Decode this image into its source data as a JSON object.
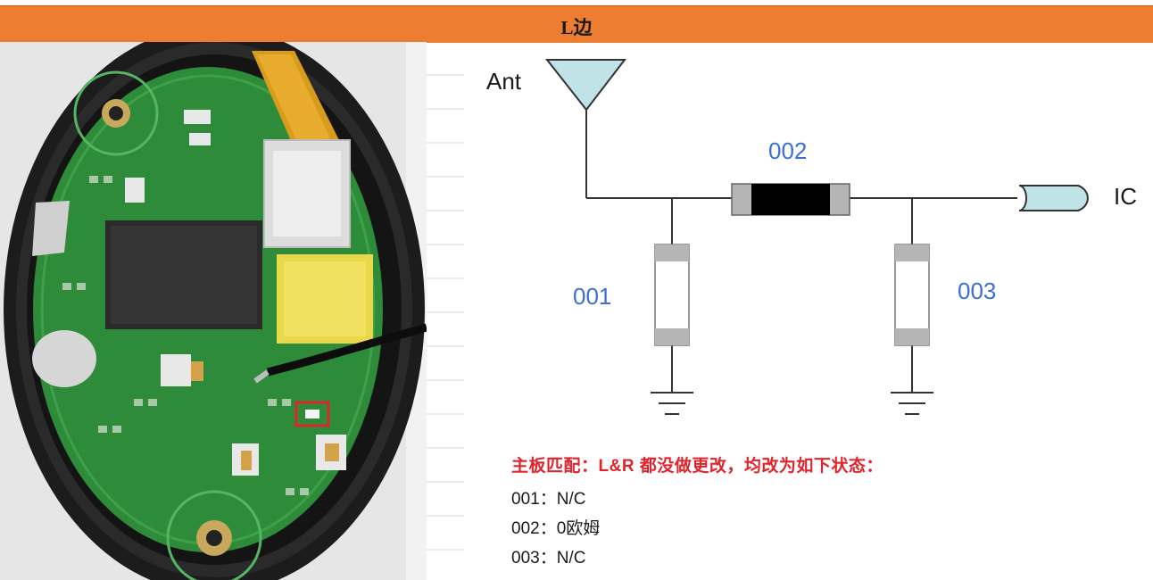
{
  "header": {
    "title": "L边"
  },
  "schematic": {
    "ant_label": "Ant",
    "ic_label": "IC",
    "labels": {
      "c001": "001",
      "c002": "002",
      "c003": "003"
    }
  },
  "note": {
    "title": "主板匹配：L&R 都没做更改，均改为如下状态：",
    "specs": [
      {
        "text": "001：N/C"
      },
      {
        "text": "002：0欧姆"
      },
      {
        "text": "003：N/C"
      }
    ]
  },
  "colors": {
    "header": "#ed7d31",
    "label_blue": "#3b6fd6",
    "note_red": "#e0242b",
    "antenna_fill": "#bfe3e6",
    "pcb_green": "#2e8b3a"
  }
}
